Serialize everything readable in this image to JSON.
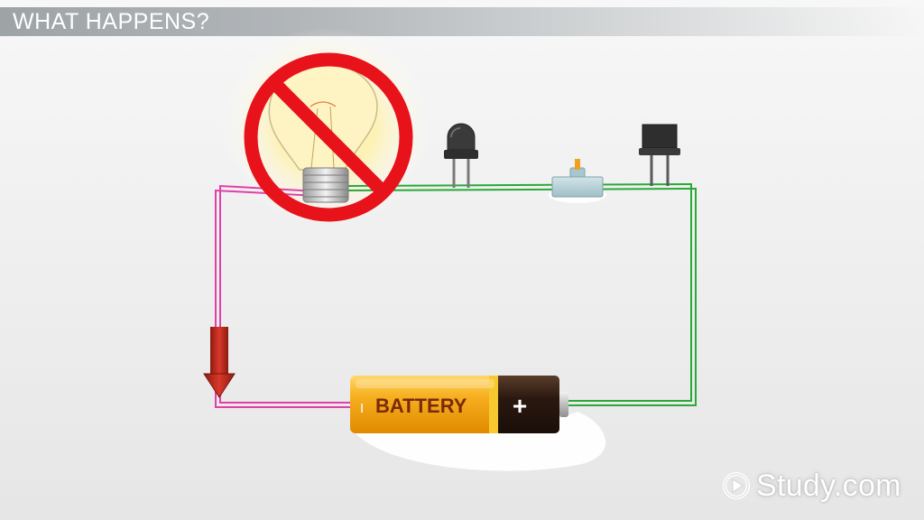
{
  "header": {
    "title": "WHAT HAPPENS?"
  },
  "battery": {
    "label": "BATTERY",
    "negative_symbol": "I",
    "positive_symbol": "+"
  },
  "branding": {
    "logo_text": "Study.com"
  },
  "colors": {
    "left_wire": "#e040a8",
    "right_wire": "#2aa838",
    "no_sign": "#e8121a",
    "current_arrow": "#c0271b",
    "battery_body": "#f5a400",
    "battery_cap": "#2a1810"
  },
  "icons": [
    "light-bulb-icon",
    "prohibition-icon",
    "led-icon",
    "switch-icon",
    "capacitor-icon",
    "current-arrow-icon",
    "play-icon"
  ]
}
